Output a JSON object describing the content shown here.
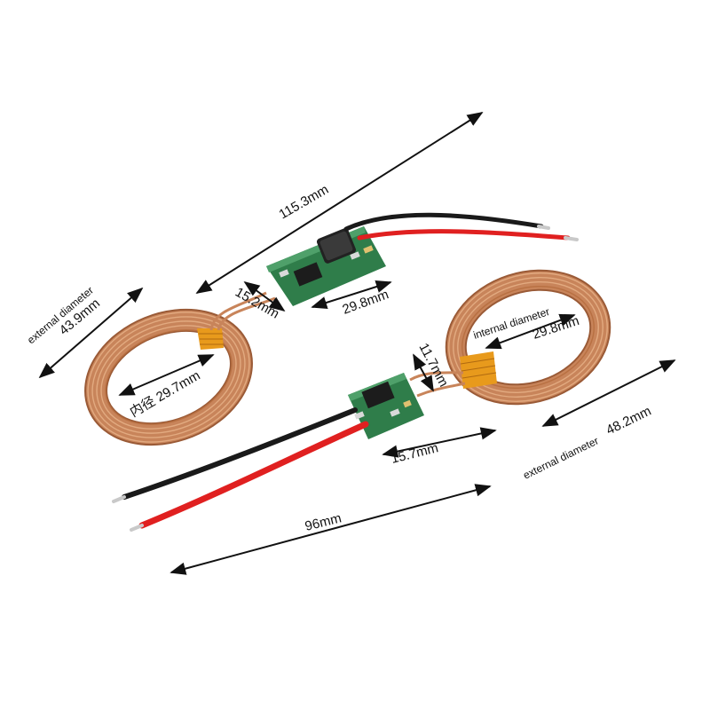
{
  "labels": {
    "tx_total_length": "115.3mm",
    "tx_board_width": "15.2mm",
    "tx_board_length": "29.8mm",
    "tx_external_caption": "external diameter",
    "tx_external_value": "43.9mm",
    "tx_inner_diameter": "内径 29.7mm",
    "rx_internal_caption": "internal diameter",
    "rx_internal_value": "29.8mm",
    "rx_board_width": "11.7mm",
    "rx_board_length": "15.7mm",
    "rx_total_length": "96mm",
    "rx_external_caption": "external diameter",
    "rx_external_value": "48.2mm"
  },
  "colors": {
    "copper": "#c8845a",
    "copper_dark": "#9a5a36",
    "pcb": "#2f7d4a",
    "wire_red": "#e02020",
    "wire_black": "#1a1a1a",
    "tape": "#e89a1c"
  }
}
